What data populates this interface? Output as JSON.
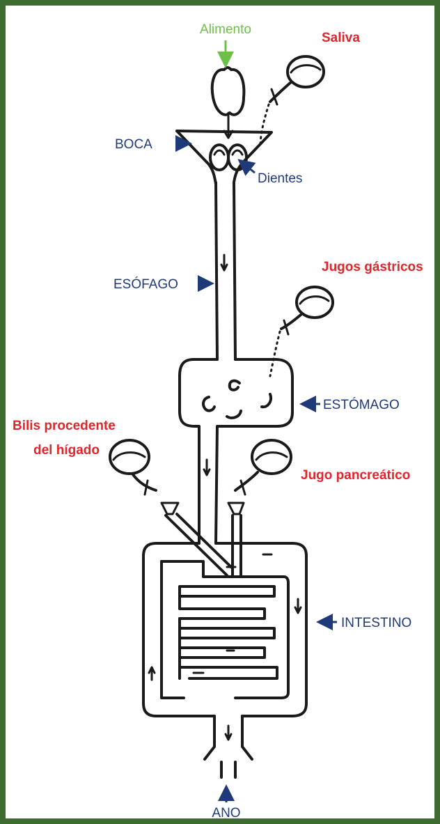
{
  "colors": {
    "frame": "#3e6b2f",
    "organ_label": "#1f3a78",
    "secretion_label": "#e0262a",
    "food_label": "#6cc04a",
    "drawing": "#1a1a1a"
  },
  "labels": {
    "food": "Alimento",
    "saliva": "Saliva",
    "mouth": "BOCA",
    "teeth": "Dientes",
    "esophagus": "ESÓFAGO",
    "gastric_juices": "Jugos gástricos",
    "stomach": "ESTÓMAGO",
    "bile_line1": "Bilis procedente",
    "bile_line2": "del hígado",
    "pancreatic_juice": "Jugo pancreático",
    "intestine": "INTESTINO",
    "anus": "ANO"
  }
}
